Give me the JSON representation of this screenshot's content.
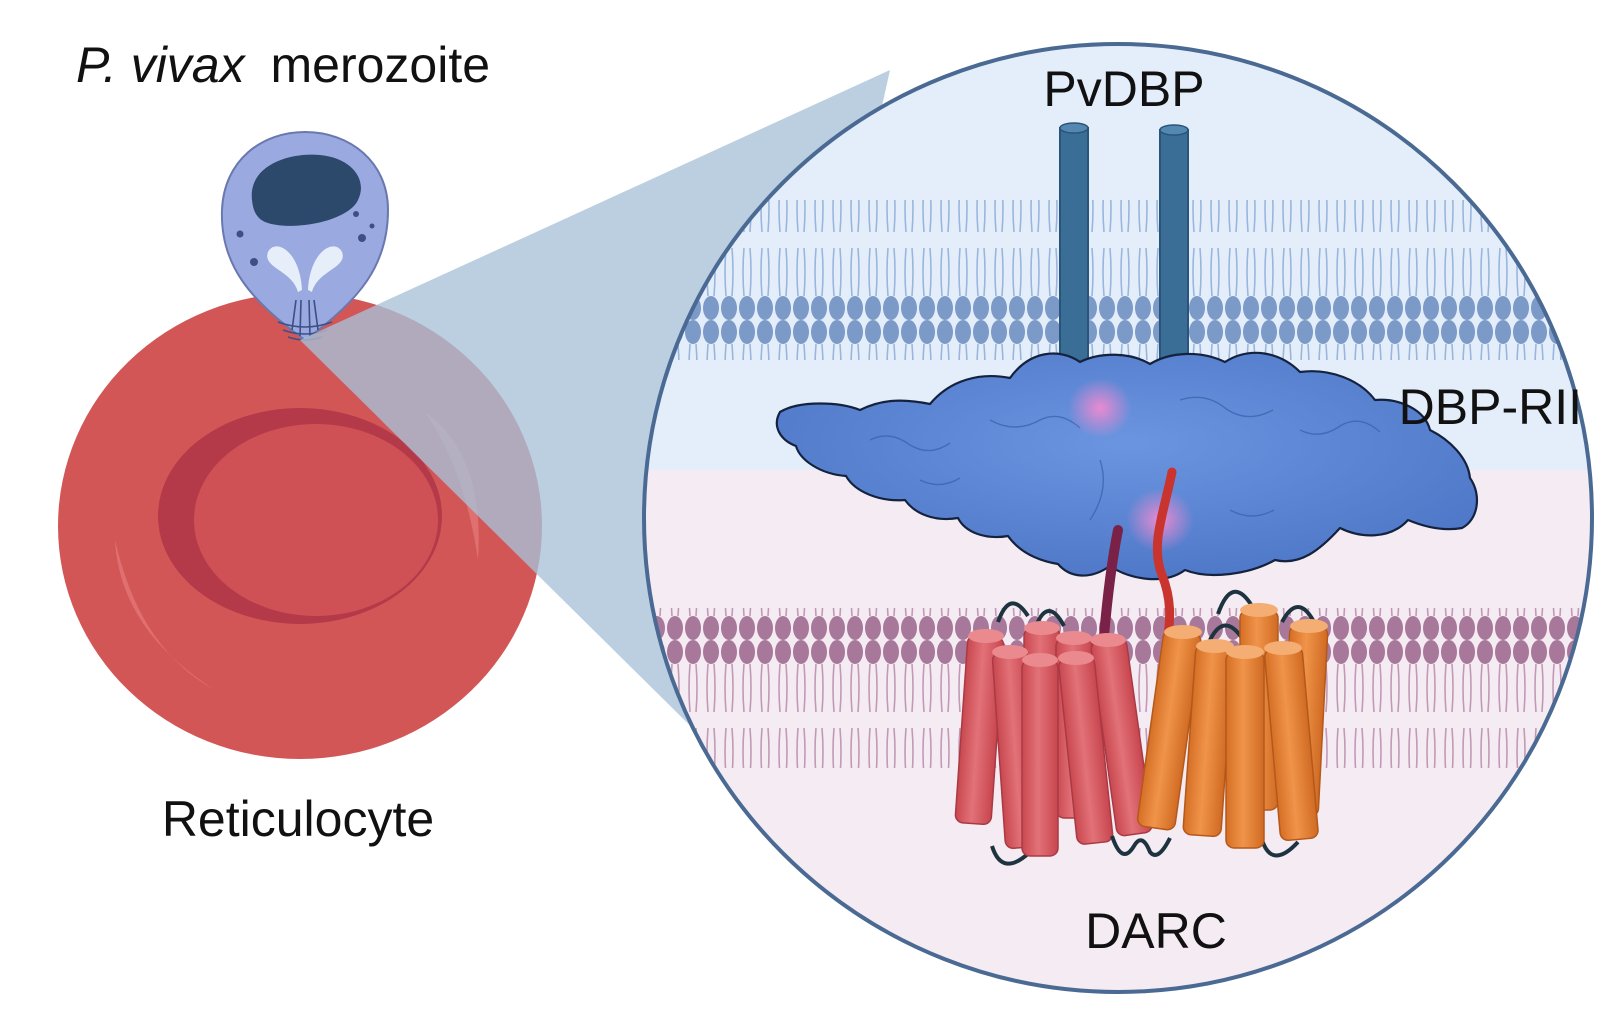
{
  "labels": {
    "merozoite_species": "P. vivax",
    "merozoite_suffix": "merozoite",
    "reticulocyte": "Reticulocyte",
    "pvdbp": "PvDBP",
    "dbp_rii": "DBP-RII",
    "darc": "DARC"
  },
  "colors": {
    "rbc_fill": "#d35656",
    "rbc_inner_ring": "#b53a49",
    "merozoite_body": "#9aaae0",
    "merozoite_nucleus": "#2c486b",
    "zoom_wedge": "#a8c2d8",
    "circle_border": "#4a6a93",
    "parasite_membrane": "#7b9ac8",
    "host_membrane": "#a8789a",
    "pvdbp_stalk": "#3a6e96",
    "dbp_rii_surface": "#5e88d6",
    "darc_left": "#e06b70",
    "darc_right": "#ec8b3c",
    "binding_hotspot": "#e87ac2"
  }
}
